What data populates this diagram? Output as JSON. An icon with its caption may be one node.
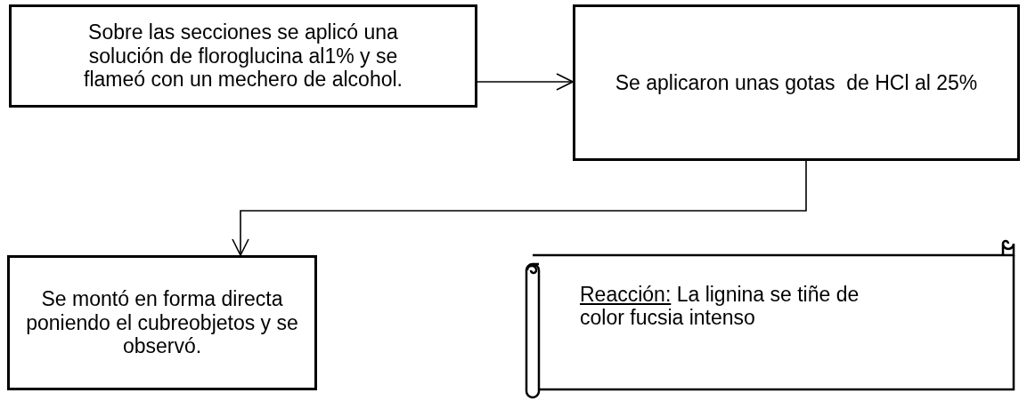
{
  "diagram": {
    "nodes": [
      {
        "text": [
          "Sobre las secciones se aplicó una solución de floroglucina al1% y se flameó con un mechero de alcohol."
        ]
      },
      {
        "text": [
          "Se aplicaron unas gotas  de HCl al 25%"
        ]
      },
      {
        "text": [
          "Se montó en forma directa poniendo el cubreobjetos y se observó."
        ]
      },
      {
        "text": [
          "Reacción:",
          "La lignina se tiñe de color fucsia intenso"
        ]
      }
    ],
    "edges": [
      {
        "from": 0,
        "to": 1,
        "arrow": "to"
      },
      {
        "from": 1,
        "to": 2,
        "arrow": "to"
      }
    ]
  }
}
